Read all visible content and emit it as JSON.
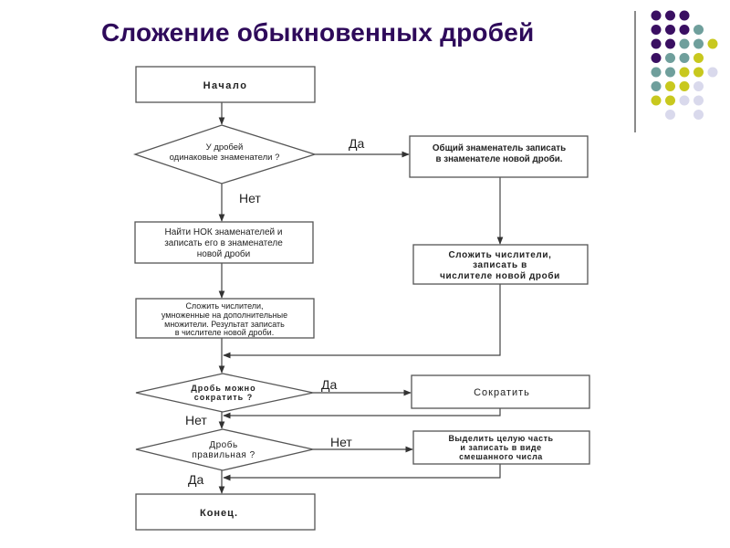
{
  "slide": {
    "title": "Сложение обыкновенных дробей",
    "decoration": {
      "line_color": "#8a8a8a",
      "dot_colors": {
        "purple": "#3a0f62",
        "teal": "#6f9f9c",
        "yellow": "#c8c81e",
        "lavender": "#d9d9ec"
      },
      "dot_rows": [
        [
          "purple",
          "purple",
          "purple"
        ],
        [
          "purple",
          "purple",
          "purple",
          "teal"
        ],
        [
          "purple",
          "purple",
          "teal",
          "teal",
          "yellow"
        ],
        [
          "purple",
          "teal",
          "teal",
          "yellow"
        ],
        [
          "teal",
          "teal",
          "yellow",
          "yellow",
          "lavender"
        ],
        [
          "teal",
          "yellow",
          "yellow",
          "lavender"
        ],
        [
          "yellow",
          "yellow",
          "lavender",
          "lavender"
        ],
        [
          "",
          "lavender",
          "",
          "lavender"
        ]
      ]
    }
  },
  "flowchart": {
    "nodes": {
      "start": {
        "type": "process",
        "lines": [
          "Начало"
        ]
      },
      "same_denominators": {
        "type": "decision",
        "lines": [
          "У дробей",
          "одинаковые знаменатели ?"
        ]
      },
      "common_denominator": {
        "type": "process",
        "lines": [
          "Общий знаменатель записать",
          "в знаменателе новой дроби."
        ]
      },
      "find_lcm": {
        "type": "process",
        "lines": [
          "Найти НОК знаменателей и",
          "записать его в знаменателе",
          "новой дроби"
        ]
      },
      "add_numerators_simple": {
        "type": "process",
        "lines": [
          "Сложить  числители,",
          "записать в",
          "числителе новой дроби"
        ]
      },
      "add_numerators_multiplied": {
        "type": "process",
        "lines": [
          "Сложить числители,",
          "умноженные на дополнительные",
          "множители. Результат записать",
          "в числителе новой дроби."
        ]
      },
      "can_reduce": {
        "type": "decision",
        "lines": [
          "Дробь можно",
          "сократить  ?"
        ]
      },
      "reduce": {
        "type": "process",
        "lines": [
          "Сократить"
        ]
      },
      "is_proper": {
        "type": "decision",
        "lines": [
          "Дробь",
          "правильная ?"
        ]
      },
      "extract_whole": {
        "type": "process",
        "lines": [
          "Выделить целую часть",
          "и записать в виде",
          "смешанного числа"
        ]
      },
      "end": {
        "type": "process",
        "lines": [
          "Конец."
        ]
      }
    },
    "edge_labels": {
      "same_yes": "Да",
      "same_no": "Нет",
      "reduce_yes": "Да",
      "reduce_no": "Нет",
      "proper_no": "Нет",
      "proper_yes": "Да"
    }
  }
}
